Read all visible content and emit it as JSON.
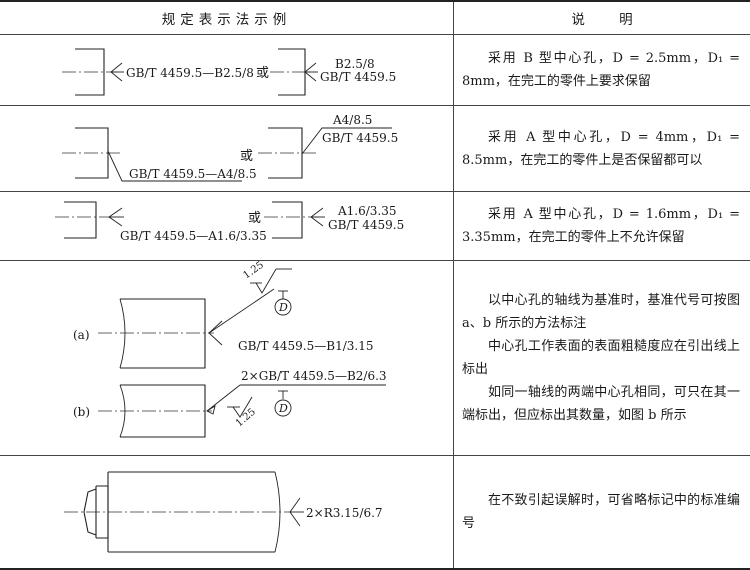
{
  "header": {
    "col1": "规定表示法示例",
    "col2": "说        明"
  },
  "rows": [
    {
      "labels": {
        "left": "GB/T 4459.5—B2.5/8",
        "or": "或",
        "right_top": "B2.5/8",
        "right_bottom": "GB/T 4459.5"
      },
      "desc": [
        "采用 B 型中心孔，D = 2.5mm，D₁ = 8mm，在完工的零件上要求保留"
      ]
    },
    {
      "labels": {
        "right_top": "A4/8.5",
        "right_bottom": "GB/T 4459.5",
        "or": "或",
        "left": "GB/T 4459.5—A4/8.5"
      },
      "desc": [
        "采用 A 型中心孔，D = 4mm，D₁ = 8.5mm，在完工的零件上是否保留都可以"
      ]
    },
    {
      "labels": {
        "left": "GB/T 4459.5—A1.6/3.35",
        "or": "或",
        "right_top": "A1.6/3.35",
        "right_bottom": "GB/T 4459.5"
      },
      "desc": [
        "采用 A 型中心孔，D = 1.6mm，D₁ = 3.35mm，在完工的零件上不允许保留"
      ]
    },
    {
      "labels": {
        "a_tag": "(a)",
        "a_rough": "1.25",
        "a_datum": "D",
        "a_code": "GB/T 4459.5—B1/3.15",
        "b_tag": "(b)",
        "b_code": "2×GB/T 4459.5—B2/6.3",
        "b_rough": "1.25",
        "b_datum": "D"
      },
      "desc": [
        "以中心孔的轴线为基准时，基准代号可按图 a、b 所示的方法标注",
        "中心孔工作表面的表面粗糙度应在引出线上标出",
        "如同一轴线的两端中心孔相同，可只在其一端标出，但应标出其数量，如图 b 所示"
      ]
    },
    {
      "labels": {
        "code": "2×R3.15/6.7"
      },
      "desc": [
        "在不致引起误解时，可省略标记中的标准编号"
      ]
    }
  ]
}
